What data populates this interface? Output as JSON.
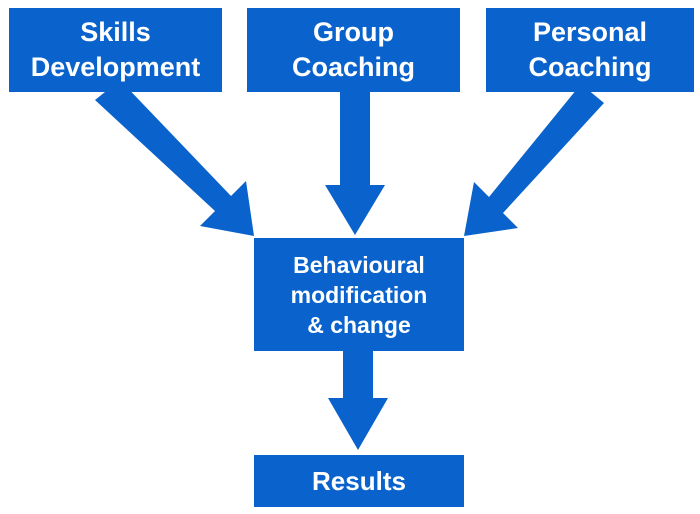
{
  "diagram": {
    "accent_color": "#0a63cc",
    "text_color": "#ffffff",
    "boxes": {
      "skills": "Skills\nDevelopment",
      "group": "Group\nCoaching",
      "personal": "Personal\nCoaching",
      "behaviour": "Behavioural\nmodification\n& change",
      "results": "Results"
    },
    "edges": [
      {
        "from": "Skills Development",
        "to": "Behavioural modification & change"
      },
      {
        "from": "Group Coaching",
        "to": "Behavioural modification & change"
      },
      {
        "from": "Personal Coaching",
        "to": "Behavioural modification & change"
      },
      {
        "from": "Behavioural modification & change",
        "to": "Results"
      }
    ]
  }
}
